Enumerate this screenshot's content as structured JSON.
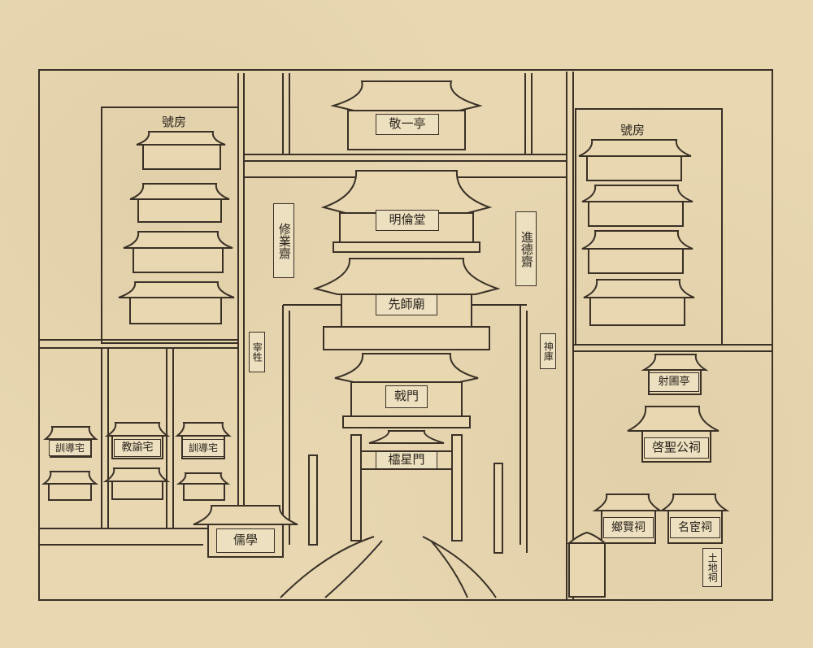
{
  "palette": {
    "paper": "#e8d7b1",
    "ink": "#3a3026",
    "label_bg": "#ece0c0"
  },
  "labels": {
    "hao_fang_left": "號房",
    "hao_fang_right": "號房",
    "jing_yi_ting": "敬一亭",
    "ming_lun_tang": "明倫堂",
    "xiu_ye_zhai": "修業齋",
    "jin_de_zhai": "進德齋",
    "xian_shi_miao": "先師廟",
    "ji_men": "戟門",
    "ling_xing_men": "櫺星門",
    "ru_xue": "儒學",
    "xun_dao_zhai_1": "訓導宅",
    "jiao_yu_zhai": "教諭宅",
    "xun_dao_zhai_2": "訓導宅",
    "she_pu_ting": "射圃亭",
    "qi_sheng_gong_ci": "啓聖公祠",
    "xiang_xian_ci": "鄉賢祠",
    "ming_huan_ci": "名宦祠",
    "small_left": "宰牲",
    "small_right": "神庫",
    "small_bottom": "土地祠"
  }
}
